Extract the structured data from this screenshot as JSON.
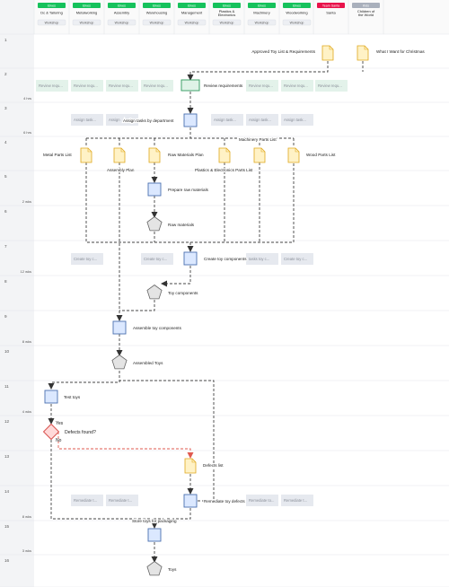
{
  "lanes": [
    {
      "tag": "Elves",
      "name": "Dc & Tailoring",
      "role": "Workshop",
      "color": "#16c25c"
    },
    {
      "tag": "Elves",
      "name": "Metalworking",
      "role": "Workshop",
      "color": "#16c25c"
    },
    {
      "tag": "Elves",
      "name": "Assembly",
      "role": "Workshop",
      "color": "#16c25c"
    },
    {
      "tag": "Elves",
      "name": "Warehousing",
      "role": "Workshop",
      "color": "#16c25c"
    },
    {
      "tag": "Elves",
      "name": "Management",
      "role": "Workshop",
      "color": "#16c25c"
    },
    {
      "tag": "Elves",
      "name": "Plastics & Electronics",
      "role": "Workshop",
      "color": "#16c25c"
    },
    {
      "tag": "Elves",
      "name": "Machinery",
      "role": "Workshop",
      "color": "#16c25c"
    },
    {
      "tag": "Elves",
      "name": "Woodworking",
      "role": "Workshop",
      "color": "#16c25c"
    },
    {
      "tag": "Team Santa",
      "name": "Santa",
      "role": "",
      "color": "#e8134b"
    },
    {
      "tag": "Kids",
      "name": "Children of the World",
      "role": "",
      "color": "#a9b0bc"
    }
  ],
  "steps": [
    {
      "num": "1",
      "dur": ""
    },
    {
      "num": "2",
      "dur": "4 hrs"
    },
    {
      "num": "3",
      "dur": "6 hrs"
    },
    {
      "num": "4",
      "dur": ""
    },
    {
      "num": "5",
      "dur": "2 wks"
    },
    {
      "num": "6",
      "dur": ""
    },
    {
      "num": "7",
      "dur": "12 wks"
    },
    {
      "num": "8",
      "dur": ""
    },
    {
      "num": "9",
      "dur": "8 wks"
    },
    {
      "num": "10",
      "dur": ""
    },
    {
      "num": "11",
      "dur": "4 wks"
    },
    {
      "num": "12",
      "dur": ""
    },
    {
      "num": "13",
      "dur": ""
    },
    {
      "num": "14",
      "dur": "8 wks"
    },
    {
      "num": "15",
      "dur": "3 wks"
    },
    {
      "num": "16",
      "dur": ""
    }
  ],
  "docs": {
    "approved_list": "Approved Toy List & Requirements",
    "christmas_wish": "What I Want for Christmas",
    "metal_parts": "Metal Parts List",
    "assembly_plan": "Assembly Plan",
    "raw_materials_plan": "Raw Materials Plan",
    "plastics_parts": "Plastics & Electronics Parts List",
    "machinery_parts": "Machinery Parts List",
    "wood_parts": "Wood Parts List",
    "defects_list": "Defects list"
  },
  "tasks": {
    "review": "Review requirements",
    "assign": "Assign tasks by department",
    "prepare_raw": "Prepare raw materials",
    "create_components": "Create toy components",
    "assemble_components": "Assemble toy components",
    "test_toys": "Test toys",
    "remediate": "Remediate toy defects",
    "store": "Store toys for packaging"
  },
  "shared": {
    "review": "Review requ...",
    "assign": "Assign task...",
    "assign_short": "Assign",
    "create": "Create toy c...",
    "create_short": "tasks toy c...",
    "remediate": "Remediate t...",
    "remediate_short": "Remediate to..."
  },
  "outputs": {
    "raw_materials": "Raw materials",
    "toy_components": "Toy components",
    "assembled_toys": "Assembled Toys",
    "toys": "Toys"
  },
  "decision": {
    "label": "Defects found?",
    "yes": "Yes",
    "no": "No"
  },
  "colors": {
    "doc_fill": "#fff2c6",
    "doc_stroke": "#e0a81e",
    "task_fill": "#dbe8ff",
    "task_stroke": "#4a6fb0",
    "review_fill": "#dff3e7",
    "review_stroke": "#2e9a5c",
    "shared_grey": "#e6e9ef",
    "shared_green": "#e3f2ea",
    "decision_fill": "#ffd9d9",
    "decision_stroke": "#d9534f",
    "pent_fill": "#e4e4e4",
    "pent_stroke": "#666666",
    "no_path": "#e05a4f"
  }
}
